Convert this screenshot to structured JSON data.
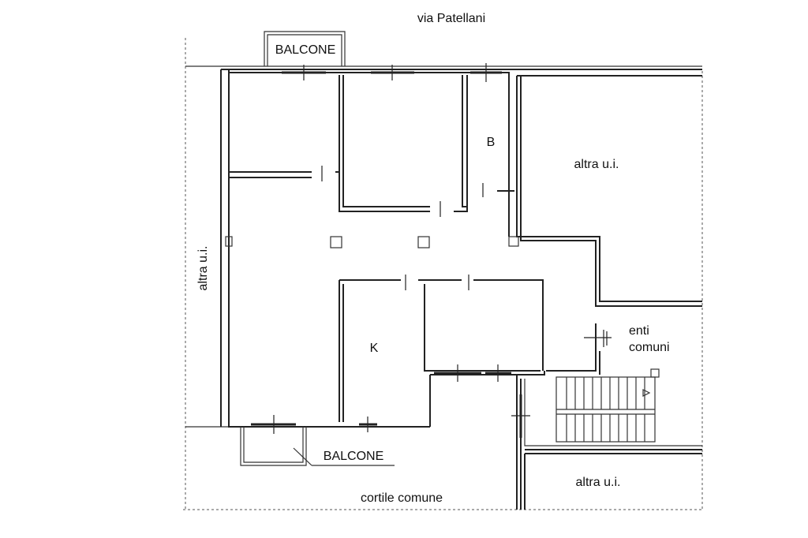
{
  "street": "via Patellani",
  "labels": {
    "balcony_top": "BALCONE",
    "balcony_bottom": "BALCONE",
    "bathroom": "B",
    "kitchen": "K",
    "other_unit_left": "altra u.i.",
    "other_unit_right_top": "altra u.i.",
    "other_unit_right_bottom": "altra u.i.",
    "common_areas_line1": "enti",
    "common_areas_line2": "comuni",
    "courtyard": "cortile comune"
  },
  "colors": {
    "line": "#222222",
    "background": "#ffffff"
  }
}
